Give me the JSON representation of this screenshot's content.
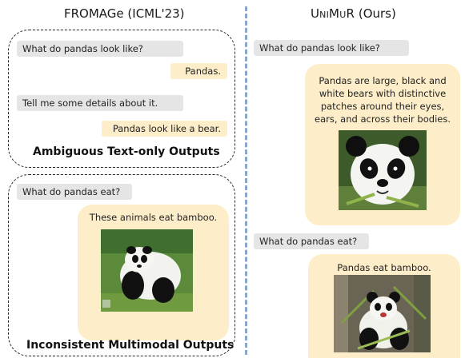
{
  "left": {
    "title": "FROMAGe (ICML'23)",
    "top_panel": {
      "messages": [
        {
          "role": "user",
          "text": "What do pandas look like?"
        },
        {
          "role": "bot",
          "text": "Pandas."
        },
        {
          "role": "user",
          "text": "Tell me some details about it."
        },
        {
          "role": "bot",
          "text": "Pandas look like a bear."
        }
      ],
      "caption": "Ambiguous Text-only Outputs"
    },
    "bottom_panel": {
      "user_text": "What do pandas eat?",
      "bot_text": "These animals eat bamboo.",
      "caption": "Inconsistent Multimodal Outputs"
    }
  },
  "right": {
    "title_name": "UniMuR",
    "title_suffix": " (Ours)",
    "q1": {
      "user_text": "What do pandas look like?",
      "bot_lines": [
        "Pandas are large, black and",
        "white bears with distinctive",
        "patches around their eyes,",
        "ears, and across their bodies."
      ]
    },
    "q2": {
      "user_text": "What do pandas eat?",
      "bot_text": "Pandas eat bamboo."
    }
  },
  "colors": {
    "user_bubble": "#e5e5e5",
    "bot_bubble": "#fdeec9",
    "divider": "#8aa6c8"
  }
}
